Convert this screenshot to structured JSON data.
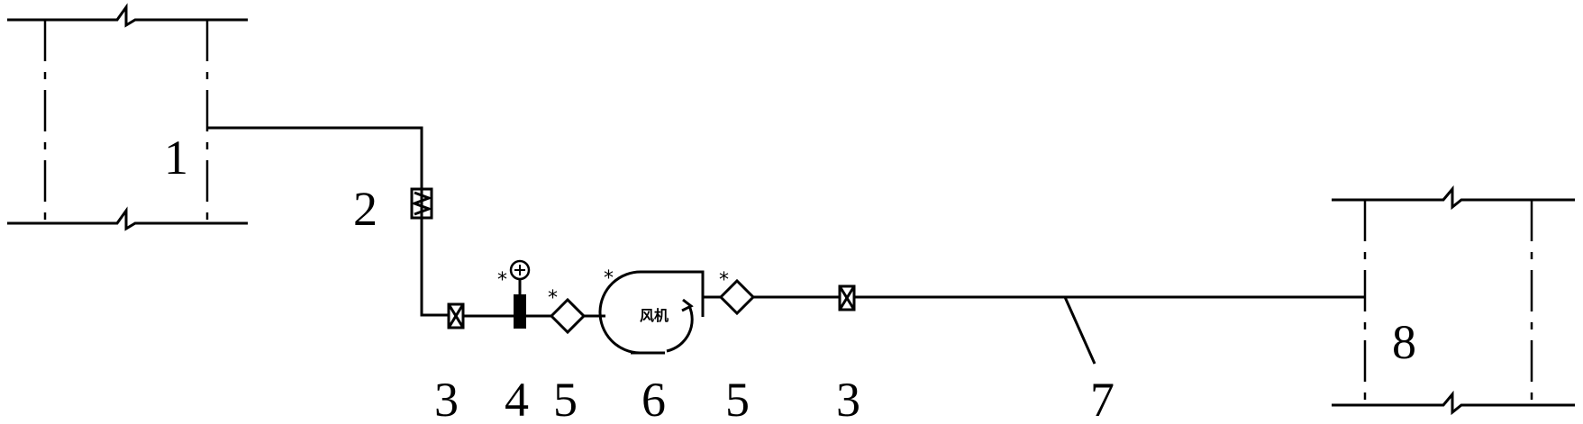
{
  "labels": {
    "part1": "1",
    "part2": "2",
    "part3a": "3",
    "part4": "4",
    "part5a": "5",
    "part6": "6",
    "part5b": "5",
    "part3b": "3",
    "part7": "7",
    "part8": "8"
  },
  "symbols": {
    "asterisk": "*",
    "fan_marker": "风机"
  }
}
